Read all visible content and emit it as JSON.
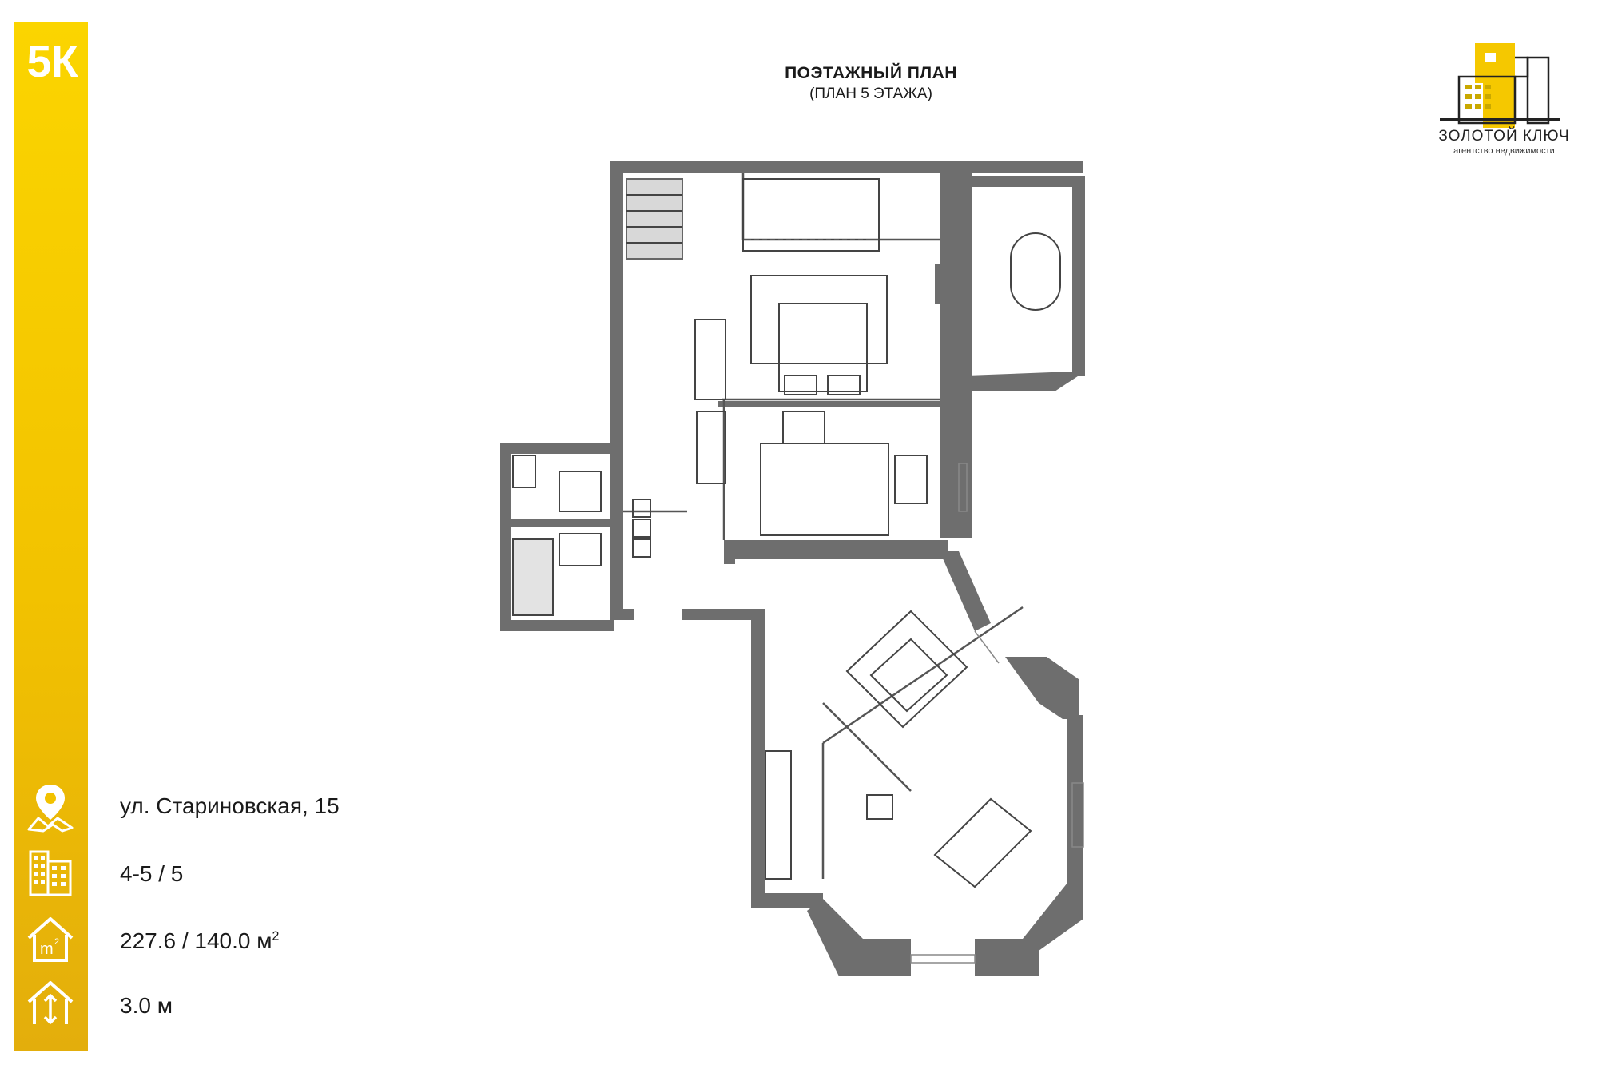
{
  "listing": {
    "rooms_badge": "5К",
    "address": "ул. Стариновская, 15",
    "floor": "4-5 / 5",
    "area": "227.6 / 140.0 м",
    "area_sup": "2",
    "ceiling_height": "3.0 м"
  },
  "header": {
    "title": "ПОЭТАЖНЫЙ ПЛАН",
    "subtitle": "(ПЛАН 5 ЭТАЖА)"
  },
  "logo": {
    "name": "ЗОЛОТОЙ КЛЮЧ",
    "tagline": "агентство недвижимости"
  },
  "icons": {
    "address": "location-pin-icon",
    "floor": "building-icon",
    "area": "house-m2-icon",
    "ceiling": "house-height-icon",
    "area_icon_text": "m",
    "area_icon_sup": "2"
  },
  "colors": {
    "accent_yellow": "#f5c800",
    "wall_gray": "#6e6e6e",
    "text": "#1a1a1a"
  }
}
